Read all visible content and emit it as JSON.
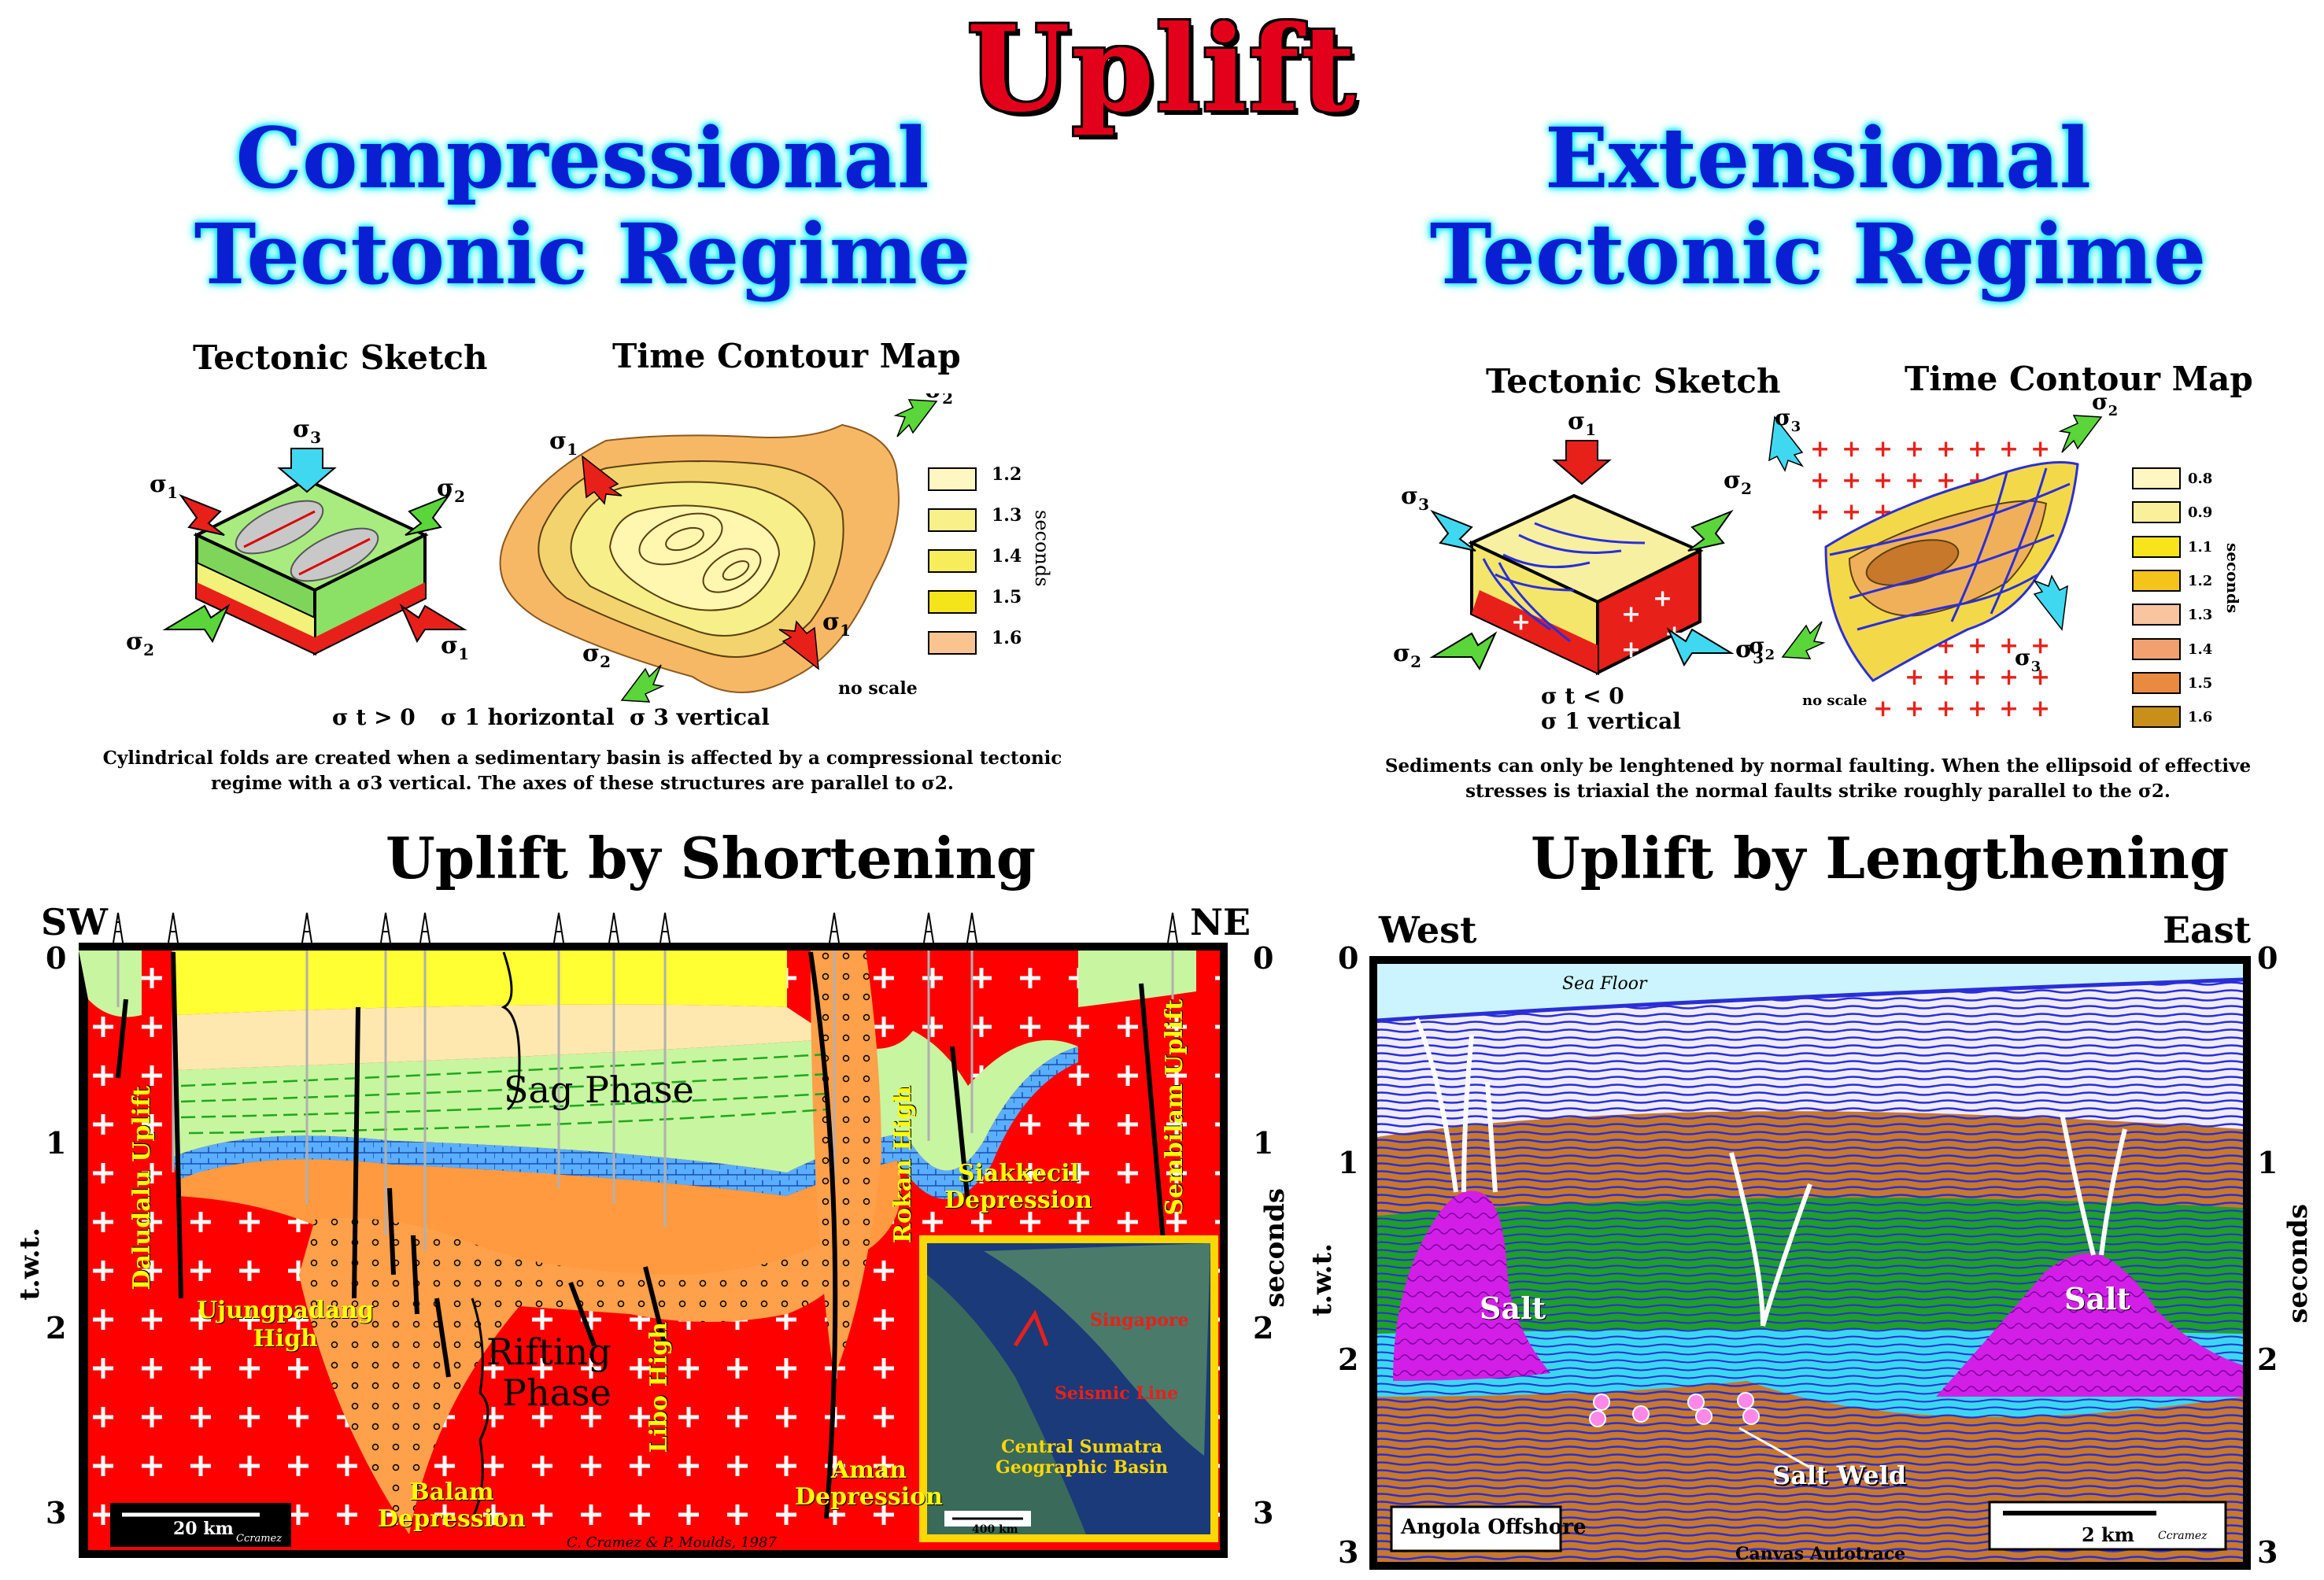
{
  "title": "Uplift",
  "compressional": {
    "heading_line1": "Compressional",
    "heading_line2": "Tectonic Regime",
    "sketch_label": "Tectonic Sketch",
    "map_label": "Time Contour Map",
    "stress_note_1": "σ t > 0",
    "stress_note_2": "σ 1 horizontal",
    "stress_note_3": "σ 3 vertical",
    "no_scale": "no scale",
    "legend_values": [
      "1.2",
      "1.3",
      "1.4",
      "1.5",
      "1.6"
    ],
    "legend_unit": "seconds",
    "caption_line1": "Cylindrical folds are created when a sedimentary basin is affected by a compressional tectonic",
    "caption_line2": "regime with a σ3 vertical.  The axes of these structures are parallel to σ2."
  },
  "extensional": {
    "heading_line1": "Extensional",
    "heading_line2": "Tectonic Regime",
    "sketch_label": "Tectonic Sketch",
    "map_label": "Time Contour Map",
    "stress_note_1": "σ t < 0",
    "stress_note_2": "σ 1 vertical",
    "no_scale": "no scale",
    "legend_values": [
      "0.8",
      "0.9",
      "1.1",
      "1.2",
      "1.3",
      "1.4",
      "1.5",
      "1.6"
    ],
    "legend_unit": "seconds",
    "caption_line1": "Sediments can only be lenghtened by normal faulting. When the ellipsoid of effective",
    "caption_line2": "stresses is triaxial the normal faults strike roughly parallel to the σ2."
  },
  "shortening": {
    "heading": "Uplift by Shortening",
    "left_dir": "SW",
    "right_dir": "NE",
    "axis_ticks": [
      "0",
      "1",
      "2",
      "3"
    ],
    "left_axis_label": "t.w.t.",
    "right_axis_label": "seconds",
    "labels": {
      "sag": "Sag Phase",
      "rifting_1": "Rifting",
      "rifting_2": "Phase",
      "daludalu": "Daludalu Uplift",
      "ujung_1": "Ujungpadang",
      "ujung_2": "High",
      "balam_1": "Balam",
      "balam_2": "Depression",
      "libo": "Libo High",
      "aman_1": "Aman",
      "aman_2": "Depression",
      "rokan": "Rokan High",
      "siak_1": "Siakkecil",
      "siak_2": "Depression",
      "sembilam": "Sembilam Uplift",
      "scale": "20 km",
      "author_tag": "Ccramez",
      "credit": "C. Cramez & P. Moulds, 1987"
    },
    "inset": {
      "singapore": "Singapore",
      "seismic_line": "Seismic Line",
      "basin_1": "Central Sumatra",
      "basin_2": "Geographic Basin",
      "scale": "400 km"
    }
  },
  "lengthening": {
    "heading": "Uplift by Lengthening",
    "left_dir": "West",
    "right_dir": "East",
    "axis_ticks": [
      "0",
      "1",
      "2",
      "3"
    ],
    "left_axis_label": "t.w.t.",
    "right_axis_label": "seconds",
    "labels": {
      "sea_floor": "Sea Floor",
      "salt_left": "Salt",
      "salt_right": "Salt",
      "salt_weld": "Salt Weld",
      "location": "Angola Offshore",
      "scale": "2 km",
      "author_tag": "Ccramez",
      "canvas": "Canvas Autotrace"
    }
  },
  "colors": {
    "title_red": "#e3001b",
    "regime_blue": "#0a1fd1",
    "basement_red": "#ff0000",
    "sag_yellow": "#ffff33",
    "sag_cream": "#ffe8b0",
    "sag_green": "#c8f5a0",
    "carbonate_blue": "#4a9cff",
    "rift_orange": "#ff9a40",
    "salt_magenta": "#d31ee8",
    "seismic_blue": "#2a2ed8",
    "seismic_green": "#1e9e2a",
    "seismic_orange": "#c8782a",
    "label_yellow": "#ffff00"
  }
}
